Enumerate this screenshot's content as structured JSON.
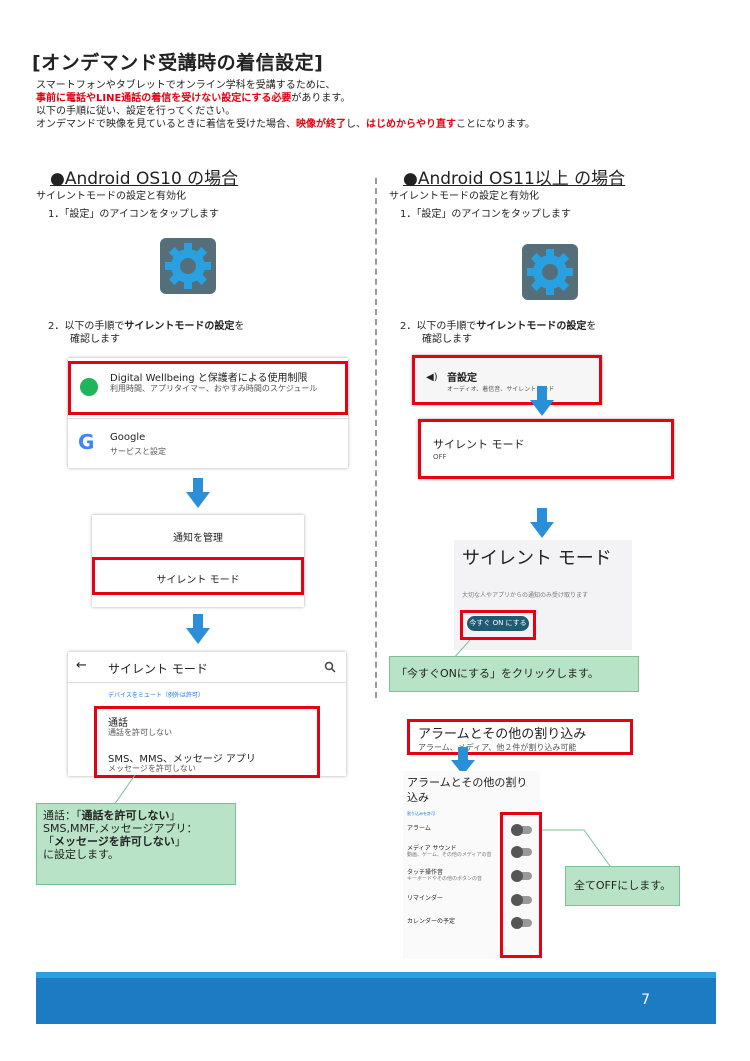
{
  "title": "[オンデマンド受講時の着信設定]",
  "intro": {
    "line1": "スマートフォンやタブレットでオンライン学科を受講するために、",
    "line2_red": "事前に電話やLINE通話の着信を受けない設定にする必要",
    "line2_rest": "があります。",
    "line3": "以下の手順に従い、設定を行ってください。",
    "line4_a": "オンデマンドで映像を見ているときに着信を受けた場合、",
    "line4_red1": "映像が終了",
    "line4_b": "し、",
    "line4_red2": "はじめからやり直す",
    "line4_c": "ことになります。"
  },
  "left": {
    "heading": "●Android OS10 の場合",
    "subtitle": "サイレントモードの設定と有効化",
    "step1": "1．「設定」のアイコンをタップします",
    "step2_a": "2．以下の手順で",
    "step2_b": "サイレントモードの設定",
    "step2_c": "を",
    "step2_d": "確認します",
    "wellbeing_title": "Digital Wellbeing と保護者による使用制限",
    "wellbeing_sub": "利用時間、アプリタイマー、おやすみ時間のスケジュール",
    "google_title": "Google",
    "google_sub": "サービスと設定",
    "manage_notify": "通知を管理",
    "silent_mode": "サイレント モード",
    "screen_title": "サイレント モード",
    "mute_note": "デバイスをミュート（例外は許可）",
    "calls": "通話",
    "calls_sub": "通話を許可しない",
    "sms": "SMS、MMS、メッセージ アプリ",
    "sms_sub": "メッセージを許可しない",
    "callout_1a": "通話：「",
    "callout_1b": "通話を許可しない",
    "callout_1c": "」",
    "callout_2": "SMS,MMF,メッセージアプリ：",
    "callout_3a": "「",
    "callout_3b": "メッセージを許可しない",
    "callout_3c": "」",
    "callout_4": "に設定します。"
  },
  "right": {
    "heading": "●Android OS11以上 の場合",
    "subtitle": "サイレントモードの設定と有効化",
    "step1": "1．「設定」のアイコンをタップします",
    "step2_a": "2．以下の手順で",
    "step2_b": "サイレントモードの設定",
    "step2_c": "を",
    "step2_d": "確認します",
    "sound_title": "音設定",
    "sound_sub": "オーディオ、着信音、サイレントモード",
    "silent_title": "サイレント モード",
    "silent_sub": "OFF",
    "big_title": "サイレント モード",
    "big_desc": "大切な人やアプリからの通知のみ受け取ります",
    "turn_on": "今すぐ ON にする",
    "callout_on": "「今すぐONにする」をクリックします。",
    "alarm_title": "アラームとその他の割り込み",
    "alarm_sub": "アラーム、メディア、他２件が割り込み可能",
    "alarm_screen_title": "アラームとその他の割り込み",
    "allow_label": "割り込みを許可",
    "items": [
      {
        "label": "アラーム",
        "sub": ""
      },
      {
        "label": "メディア サウンド",
        "sub": "動画、ゲーム、その他のメディアの音"
      },
      {
        "label": "タッチ操作音",
        "sub": "キーボードやその他のボタンの音"
      },
      {
        "label": "リマインダー",
        "sub": ""
      },
      {
        "label": "カレンダーの予定",
        "sub": ""
      }
    ],
    "callout_off": "全てOFFにします。"
  },
  "page_number": "7",
  "colors": {
    "red": "#e60012",
    "blue_arrow": "#2a8fd8",
    "callout_green": "#b9e3c6",
    "footer_blue": "#1d7bc4"
  }
}
